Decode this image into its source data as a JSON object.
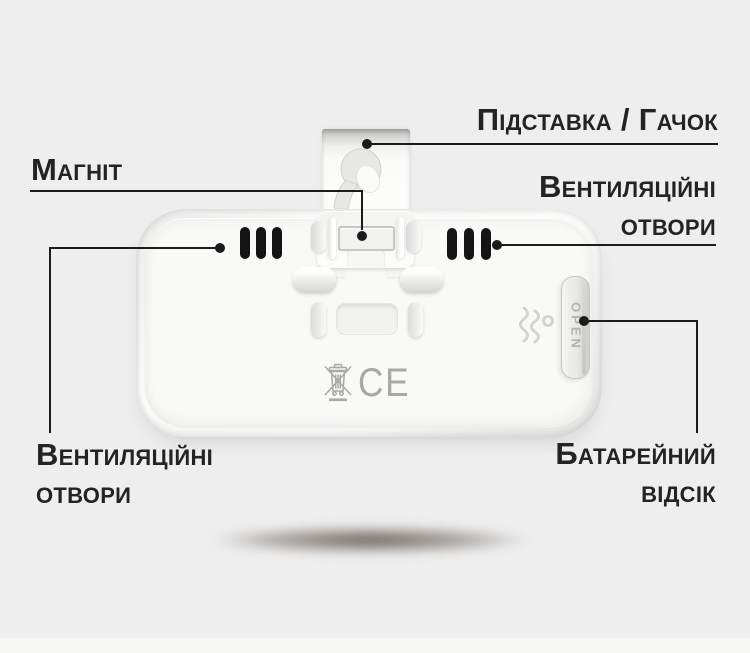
{
  "callouts": {
    "stand_hook": {
      "label": "Підставка / Гачок"
    },
    "magnet": {
      "label": "Магніт"
    },
    "vents_right": {
      "line1": "Вентиляційні",
      "line2": "отвори"
    },
    "vents_left": {
      "line1": "Вентиляційні",
      "line2": "отвори"
    },
    "battery": {
      "line1": "Батарейний",
      "line2": "відсік"
    }
  },
  "device": {
    "battery_door_label": "OPEN",
    "ce_mark": "CE"
  },
  "icons": {
    "weee": "weee-crossed-bin-icon",
    "wave": "wave-emboss-icon"
  },
  "colors": {
    "background": "#eeeeee",
    "label_text": "#232323",
    "callout_line": "#1b1b1b",
    "vent_fill": "#141414",
    "marking_gray": "#a8a8a6",
    "door_text": "#b2b2b0"
  }
}
